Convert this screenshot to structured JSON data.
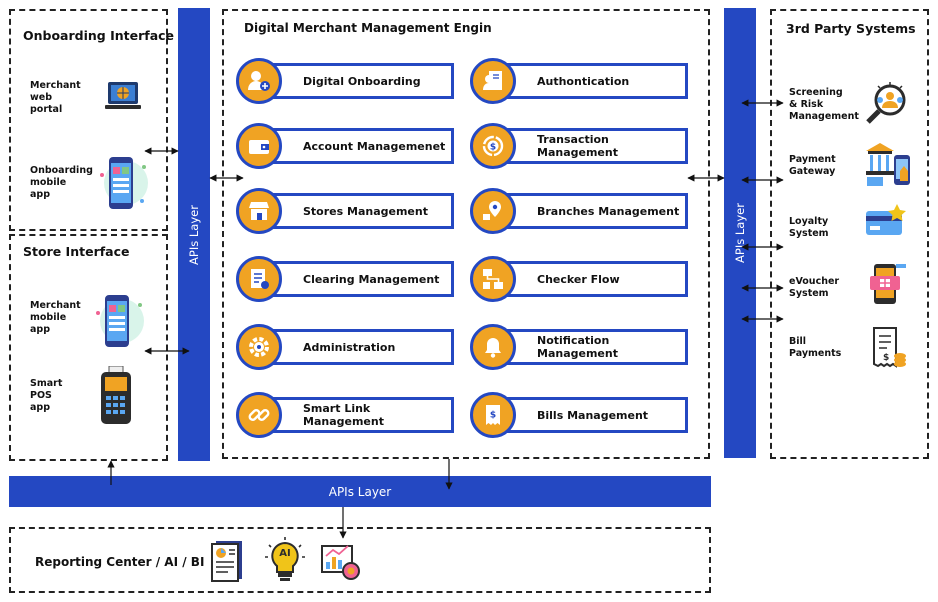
{
  "onboarding": {
    "title": "Onboarding Interface",
    "merchant_web_portal": [
      "Merchant",
      "web",
      "portal"
    ],
    "onboarding_mobile_app": [
      "Onboarding",
      "mobile",
      "app"
    ]
  },
  "store": {
    "title": "Store Interface",
    "merchant_mobile_app": [
      "Merchant",
      "mobile",
      "app"
    ],
    "smart_pos_app": [
      "Smart",
      "POS",
      "app"
    ]
  },
  "apis_left": "APIs Layer",
  "apis_right": "APIs Layer",
  "apis_bottom": "APIs Layer",
  "engine": {
    "title": "Digital Merchant Management Engin",
    "modules_left": [
      "Digital Onboarding",
      "Account Managemenet",
      "Stores Management",
      "Clearing Management",
      "Administration",
      "Smart Link Management"
    ],
    "modules_right": [
      "Authontication",
      "Transaction Management",
      "Branches Management",
      "Checker Flow",
      "Notification Management",
      "Bills Management"
    ]
  },
  "third_party": {
    "title": "3rd Party Systems",
    "screening": [
      "Screening",
      "& Risk",
      "Management"
    ],
    "payment_gateway": [
      "Payment",
      "Gateway"
    ],
    "loyalty": [
      "Loyalty",
      "System"
    ],
    "evoucher": [
      "eVoucher",
      "System"
    ],
    "bill_payments": [
      "Bill",
      "Payments"
    ]
  },
  "reporting": {
    "title": "Reporting Center / AI / BI",
    "ai_badge": "AI"
  },
  "colors": {
    "accent_blue": "#2448c2",
    "module_orange": "#f0a323"
  }
}
